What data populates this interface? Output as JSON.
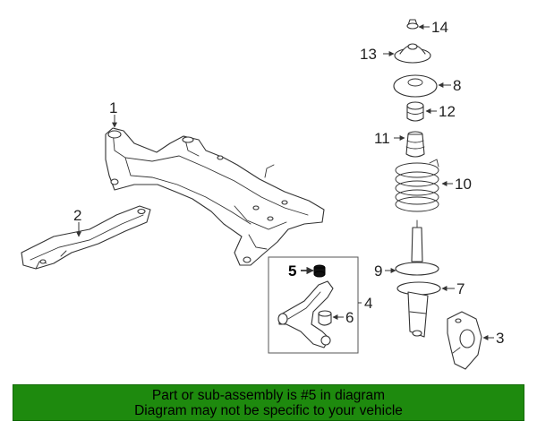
{
  "callouts": {
    "c1": "1",
    "c2": "2",
    "c3": "3",
    "c4": "4",
    "c5": "5",
    "c6": "6",
    "c7": "7",
    "c8": "8",
    "c9": "9",
    "c10": "10",
    "c11": "11",
    "c12": "12",
    "c13": "13",
    "c14": "14"
  },
  "highlighted_part": "5",
  "highlight_color": "#000000",
  "banner": {
    "line1": "Part or sub-assembly is #5 in diagram",
    "line2": "Diagram may not be specific to your vehicle",
    "background": "#1e8a0e"
  }
}
